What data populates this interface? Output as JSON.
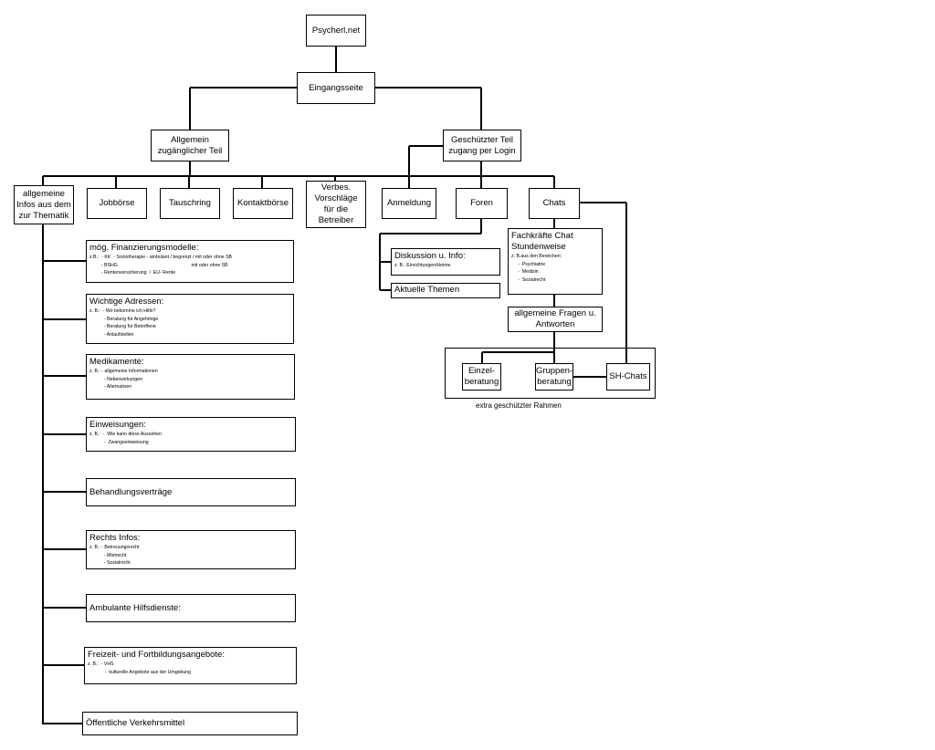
{
  "nodes": {
    "root": "Psycherl.net",
    "eingang": "Eingangsseite",
    "allgemein": "Allgemein\nzugänglicher Teil",
    "geschuetzt": "Geschützter Teil\nzugang per Login",
    "infos": "allgemeine\nInfos aus dem\nzur Thematik",
    "jobboerse": "Jobbörse",
    "tauschring": "Tauschring",
    "kontaktboerse": "Kontaktbörse",
    "verbes": "Verbes.\nVorschläge\nfür die\nBetreiber",
    "anmeldung": "Anmeldung",
    "foren": "Foren",
    "chats": "Chats",
    "fragen": "allgemeine Fragen u.\nAntworten",
    "einzel": "Einzel-\nberatung",
    "gruppen": "Gruppen-\nberatung",
    "sh": "SH-Chats"
  },
  "fachkraefte": {
    "title": "Fachkräfte Chat\nStundenweise",
    "lines": [
      "z. B.aus den Bereichen:",
      "     -  Psychiatrie",
      "     -  Medizin",
      "     -  Sozialrecht"
    ]
  },
  "foren_items": {
    "diskussion": {
      "title": "Diskussion u. Info:",
      "lines": [
        "z. B.: Einrichtungen/Heime"
      ]
    },
    "aktuelle": {
      "title": "Aktuelle Themen"
    }
  },
  "frame_caption": "extra geschützter Rahmen",
  "info_items": [
    {
      "title": "mög. Finanzierungsmodelle:",
      "lines": [
        "z.B.:  - KK  - Soziotherapie - ambulant / begrenzt / mit oder ohne SB",
        "         - BSHG                                                        mit oder ohne SB",
        "         - Rentenversicherung  /  EU- Rente"
      ]
    },
    {
      "title": "Wichtige Adressen:",
      "lines": [
        "z. B.:  - Wo bekomme ich Hilfe?",
        "           - Beratung für Angehörige",
        "           - Beratung für Betroffene",
        "           - Anlaufstellen"
      ]
    },
    {
      "title": "Medikamente:",
      "lines": [
        "z. B.: - allgemeine Informationen",
        "           - Nebenwirkungen",
        "           - Alternativen"
      ]
    },
    {
      "title": "Einweisungen:",
      "lines": [
        "z. B.:  -  Wie kann diese Aussehen",
        "           -  Zwangseinweisung"
      ]
    },
    {
      "title": "Behandlungsverträge",
      "lines": []
    },
    {
      "title": "Rechts Infos:",
      "lines": [
        "z. B.: - Betreuungsrecht",
        "           - Mietrecht",
        "           - Sozialrecht"
      ]
    },
    {
      "title": "Ambulante Hilfsdienste:",
      "lines": []
    },
    {
      "title": "Freizeit- und Fortbildungsangebote:",
      "lines": [
        "z. B.:  - VHS",
        "             -  kulturelle Angebote aus der Umgebung"
      ]
    },
    {
      "title": "Öffentliche Verkehrsmittel",
      "lines": []
    }
  ]
}
